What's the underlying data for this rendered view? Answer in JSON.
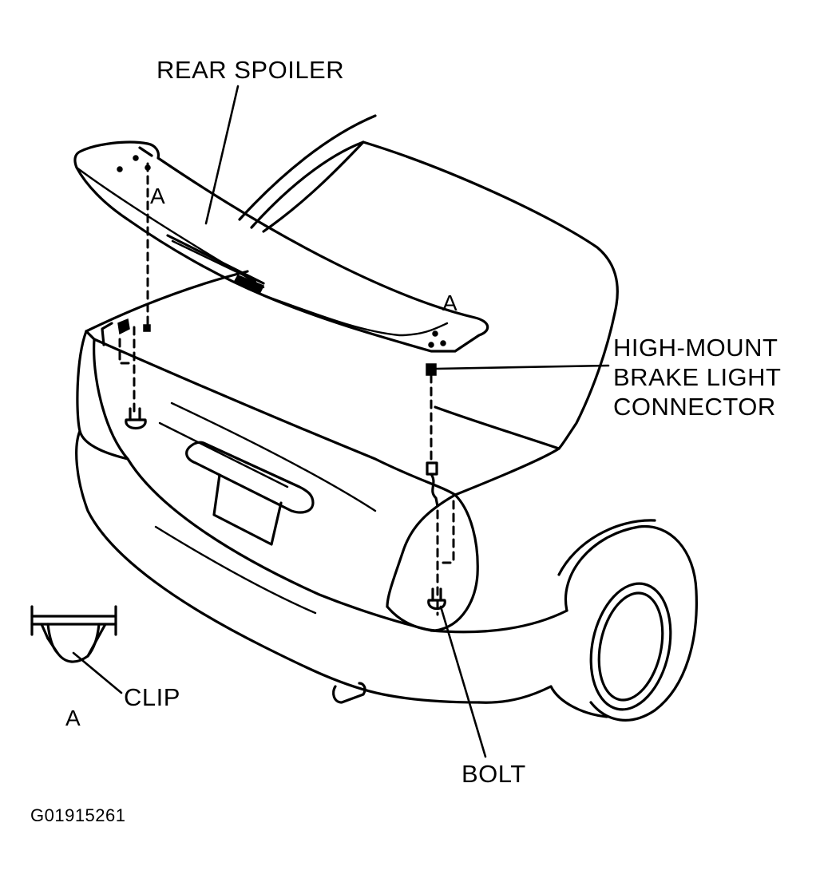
{
  "labels": {
    "rear_spoiler": "REAR SPOILER",
    "callout_a_left": "A",
    "callout_a_right": "A",
    "connector_line1": "HIGH-MOUNT",
    "connector_line2": "BRAKE LIGHT",
    "connector_line3": "CONNECTOR",
    "clip": "CLIP",
    "detail_a": "A",
    "bolt": "BOLT",
    "figure_id": "G01915261"
  }
}
